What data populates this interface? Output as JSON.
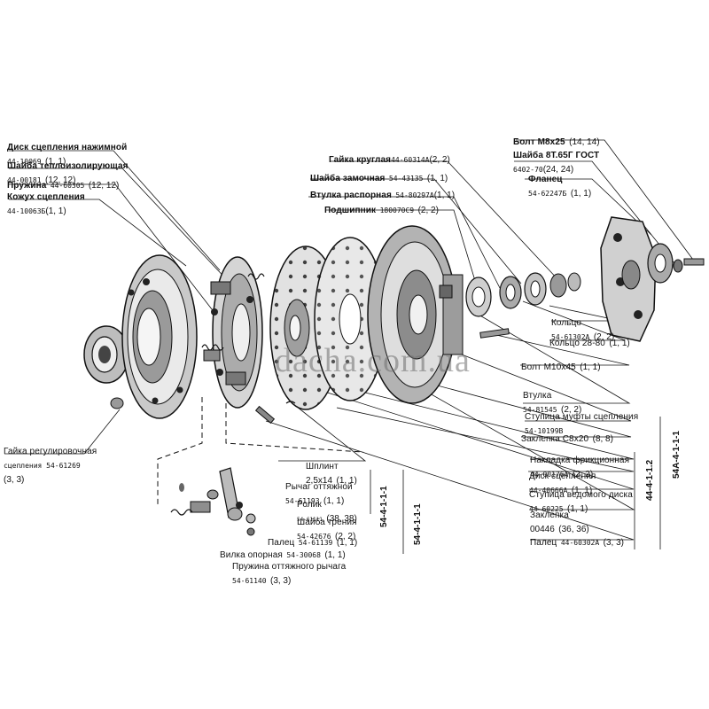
{
  "watermark": "dacha.com.ua",
  "labels": [
    {
      "id": "bolt-m8x25",
      "name": "Болт М8х25",
      "part": "",
      "qty": "(14, 14)"
    },
    {
      "id": "washer-8t65g",
      "name": "Шайба 8Т.65Г ГОСТ",
      "part": "6402-70",
      "qty": "(24, 24)"
    },
    {
      "id": "flange",
      "name": "Фланец",
      "part": "54-62247Б",
      "qty": "(1, 1)"
    },
    {
      "id": "round-nut",
      "name": "Гайка круглая",
      "part": "44-60314А",
      "qty": "(2, 2)"
    },
    {
      "id": "lock-washer",
      "name": "Шайба замочная",
      "part": "54-43135",
      "qty": "(1, 1)"
    },
    {
      "id": "spacer-bush",
      "name": "Втулка распорная",
      "part": "54-80297А",
      "qty": "(1, 1)"
    },
    {
      "id": "bearing",
      "name": "Подшипник",
      "part": "180070С9",
      "qty": "(2, 2)"
    },
    {
      "id": "pressure-disc",
      "name": "Диск сцепления нажимной",
      "part": "44-10069",
      "qty": "(1, 1)"
    },
    {
      "id": "heat-washer",
      "name": "Шайба теплоизолирующая",
      "part": "44-00181",
      "qty": "(12, 12)"
    },
    {
      "id": "spring",
      "name": "Пружина",
      "part": "44-60305",
      "qty": "(12, 12)"
    },
    {
      "id": "clutch-cover",
      "name": "Кожух сцепления",
      "part": "44-10063Б",
      "qty": "(1, 1)"
    },
    {
      "id": "ring-1",
      "name": "Кольцо",
      "part": "54-61302А",
      "qty": "(2, 2)"
    },
    {
      "id": "ring-2",
      "name": "Кольцо 28-80",
      "part": "",
      "qty": "(1, 1)"
    },
    {
      "id": "bolt-m10",
      "name": "Болт М10х45",
      "part": "",
      "qty": "(1, 1)"
    },
    {
      "id": "bush",
      "name": "Втулка",
      "part": "54-81545",
      "qty": "(2, 2)"
    },
    {
      "id": "hub-clutch",
      "name": "Ступица муфты сцепления",
      "part": "54-10199В",
      "qty": ""
    },
    {
      "id": "rivet-c8",
      "name": "Заклепка С8х20",
      "part": "",
      "qty": "(8, 8)"
    },
    {
      "id": "adjust-nut",
      "name": "Гайка регулировочная",
      "part": "сцепления 54-61269",
      "qty": "(3, 3)"
    },
    {
      "id": "lining",
      "name": "Накладка фрикционная",
      "part": "44-00176А",
      "qty": "(2, 2)"
    },
    {
      "id": "clutch-disc",
      "name": "Диск сцепления",
      "part": "44-40666А",
      "qty": "(1, 1)"
    },
    {
      "id": "hub-driven",
      "name": "Ступица ведомого диска",
      "part": "44-60225",
      "qty": "(1, 1)"
    },
    {
      "id": "rivet",
      "name": "Заклепка",
      "part": "00446",
      "qty": "(36, 36)"
    },
    {
      "id": "pin-main",
      "name": "Палец",
      "part": "44-60302А",
      "qty": "(3, 3)"
    },
    {
      "id": "cotter",
      "name": "Шплинт",
      "part": "2,5х14",
      "qty": "(1, 1)"
    },
    {
      "id": "lever",
      "name": "Рычаг оттяжной",
      "part": "54-61193",
      "qty": "(1, 1)"
    },
    {
      "id": "roller",
      "name": "Ролик",
      "part": "54-61111",
      "qty": "(38, 38)"
    },
    {
      "id": "friction-washer",
      "name": "Шайба трения",
      "part": "54-42676",
      "qty": "(2, 2)"
    },
    {
      "id": "pin-lever",
      "name": "Палец",
      "part": "54-61139",
      "qty": "(1, 1)"
    },
    {
      "id": "fork",
      "name": "Вилка опорная",
      "part": "54-30068",
      "qty": "(1, 1)"
    },
    {
      "id": "lever-spring",
      "name": "Пружина оттяжного рычага",
      "part": "54-61140",
      "qty": "(3, 3)"
    }
  ],
  "assembly_codes": [
    "54А-4-1-1-1",
    "44-4-1-1.2",
    "54-4-1-1-1",
    "54-4-1-1-1"
  ]
}
